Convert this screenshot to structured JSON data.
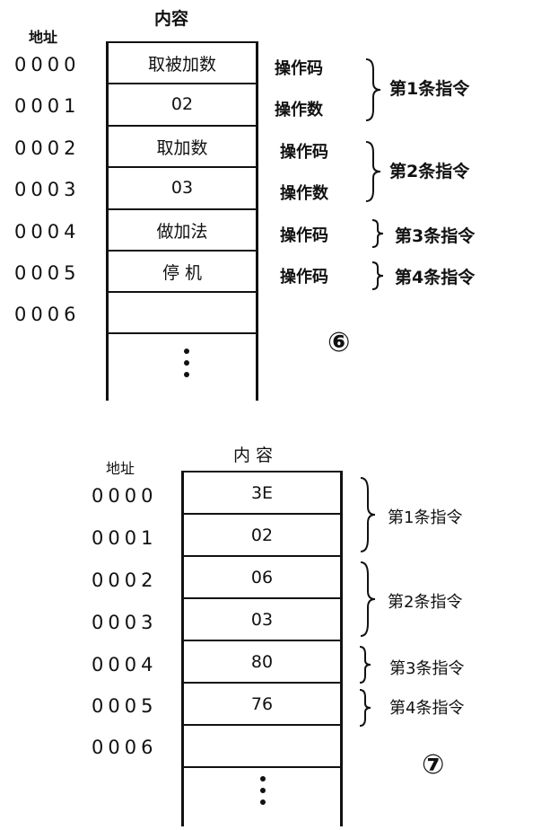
{
  "diagram6": {
    "title": "内容",
    "address_header": "地址",
    "rows": [
      {
        "addr": "0000",
        "content": "取被加数",
        "note": "操作码"
      },
      {
        "addr": "0001",
        "content": "02",
        "note": "操作数"
      },
      {
        "addr": "0002",
        "content": "取加数",
        "note": "操作码"
      },
      {
        "addr": "0003",
        "content": "03",
        "note": "操作数"
      },
      {
        "addr": "0004",
        "content": "做加法",
        "note": "操作码"
      },
      {
        "addr": "0005",
        "content": "停 机",
        "note": "操作码"
      },
      {
        "addr": "0006",
        "content": "",
        "note": ""
      }
    ],
    "instructions": [
      "第1条指令",
      "第2条指令",
      "第3条指令",
      "第4条指令"
    ],
    "ellipsis": "⋮",
    "label": "⑥"
  },
  "diagram7": {
    "title": "内 容",
    "address_header": "地址",
    "rows": [
      {
        "addr": "0000",
        "content": "3E"
      },
      {
        "addr": "0001",
        "content": "02"
      },
      {
        "addr": "0002",
        "content": "06"
      },
      {
        "addr": "0003",
        "content": "03"
      },
      {
        "addr": "0004",
        "content": "80"
      },
      {
        "addr": "0005",
        "content": "76"
      },
      {
        "addr": "0006",
        "content": ""
      }
    ],
    "instructions": [
      "第1条指令",
      "第2条指令",
      "第3条指令",
      "第4条指令"
    ],
    "ellipsis": "⋮",
    "label": "⑦"
  }
}
